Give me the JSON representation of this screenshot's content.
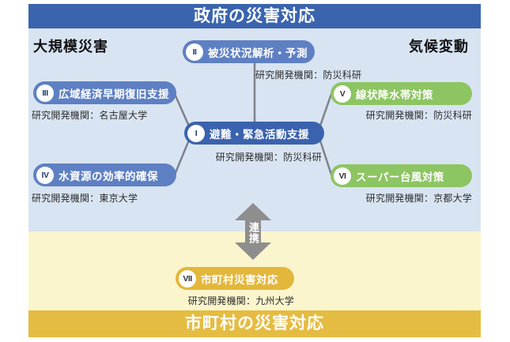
{
  "header": {
    "title": "政府の災害対応"
  },
  "footer": {
    "title": "市町村の災害対応"
  },
  "context": {
    "left_label": "大規模災害",
    "right_label": "気候変動"
  },
  "connector": {
    "label": "連携"
  },
  "nodes": {
    "n1": {
      "numeral": "I",
      "label": "避難・緊急活動支援",
      "agency": "研究開発機関：防災科研"
    },
    "n2": {
      "numeral": "II",
      "label": "被災状況解析・予測",
      "agency": "研究開発機関：防災科研"
    },
    "n3": {
      "numeral": "III",
      "label": "広域経済早期復旧支援",
      "agency": "研究開発機関：名古屋大学"
    },
    "n4": {
      "numeral": "IV",
      "label": "水資源の効率的確保",
      "agency": "研究開発機関：東京大学"
    },
    "n5": {
      "numeral": "V",
      "label": "線状降水帯対策",
      "agency": "研究開発機関：防災科研"
    },
    "n6": {
      "numeral": "VI",
      "label": "スーパー台風対策",
      "agency": "研究開発機関：京都大学"
    },
    "n7": {
      "numeral": "VII",
      "label": "市町村災害対応",
      "agency": "研究開発機関：九州大学"
    }
  },
  "colors": {
    "header_blue": "#3a64ae",
    "section_blue": "#d8e4f2",
    "pill_blue": "#5e80c3",
    "pill_dark_blue": "#3a62ae",
    "pill_green": "#8dc562",
    "section_yellow": "#fbf5cd",
    "gold": "#e5bc42",
    "arrow_gray": "#8e8e8e",
    "line_gray": "#7d828c"
  }
}
